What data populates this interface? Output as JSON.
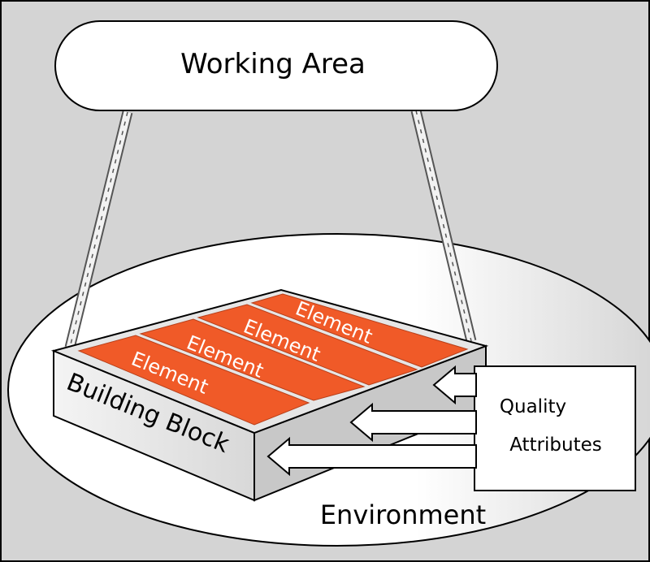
{
  "working_area": {
    "label": "Working Area"
  },
  "building_block": {
    "label": "Building Block",
    "elements": [
      "Element",
      "Element",
      "Element",
      "Element"
    ]
  },
  "quality_attributes": {
    "line1": "Quality",
    "line2": "Attributes"
  },
  "environment": {
    "label": "Environment"
  },
  "colors": {
    "element_fill": "#f05a28",
    "background_gray": "#d4d4d4",
    "block_side": "#c8c8c8"
  }
}
